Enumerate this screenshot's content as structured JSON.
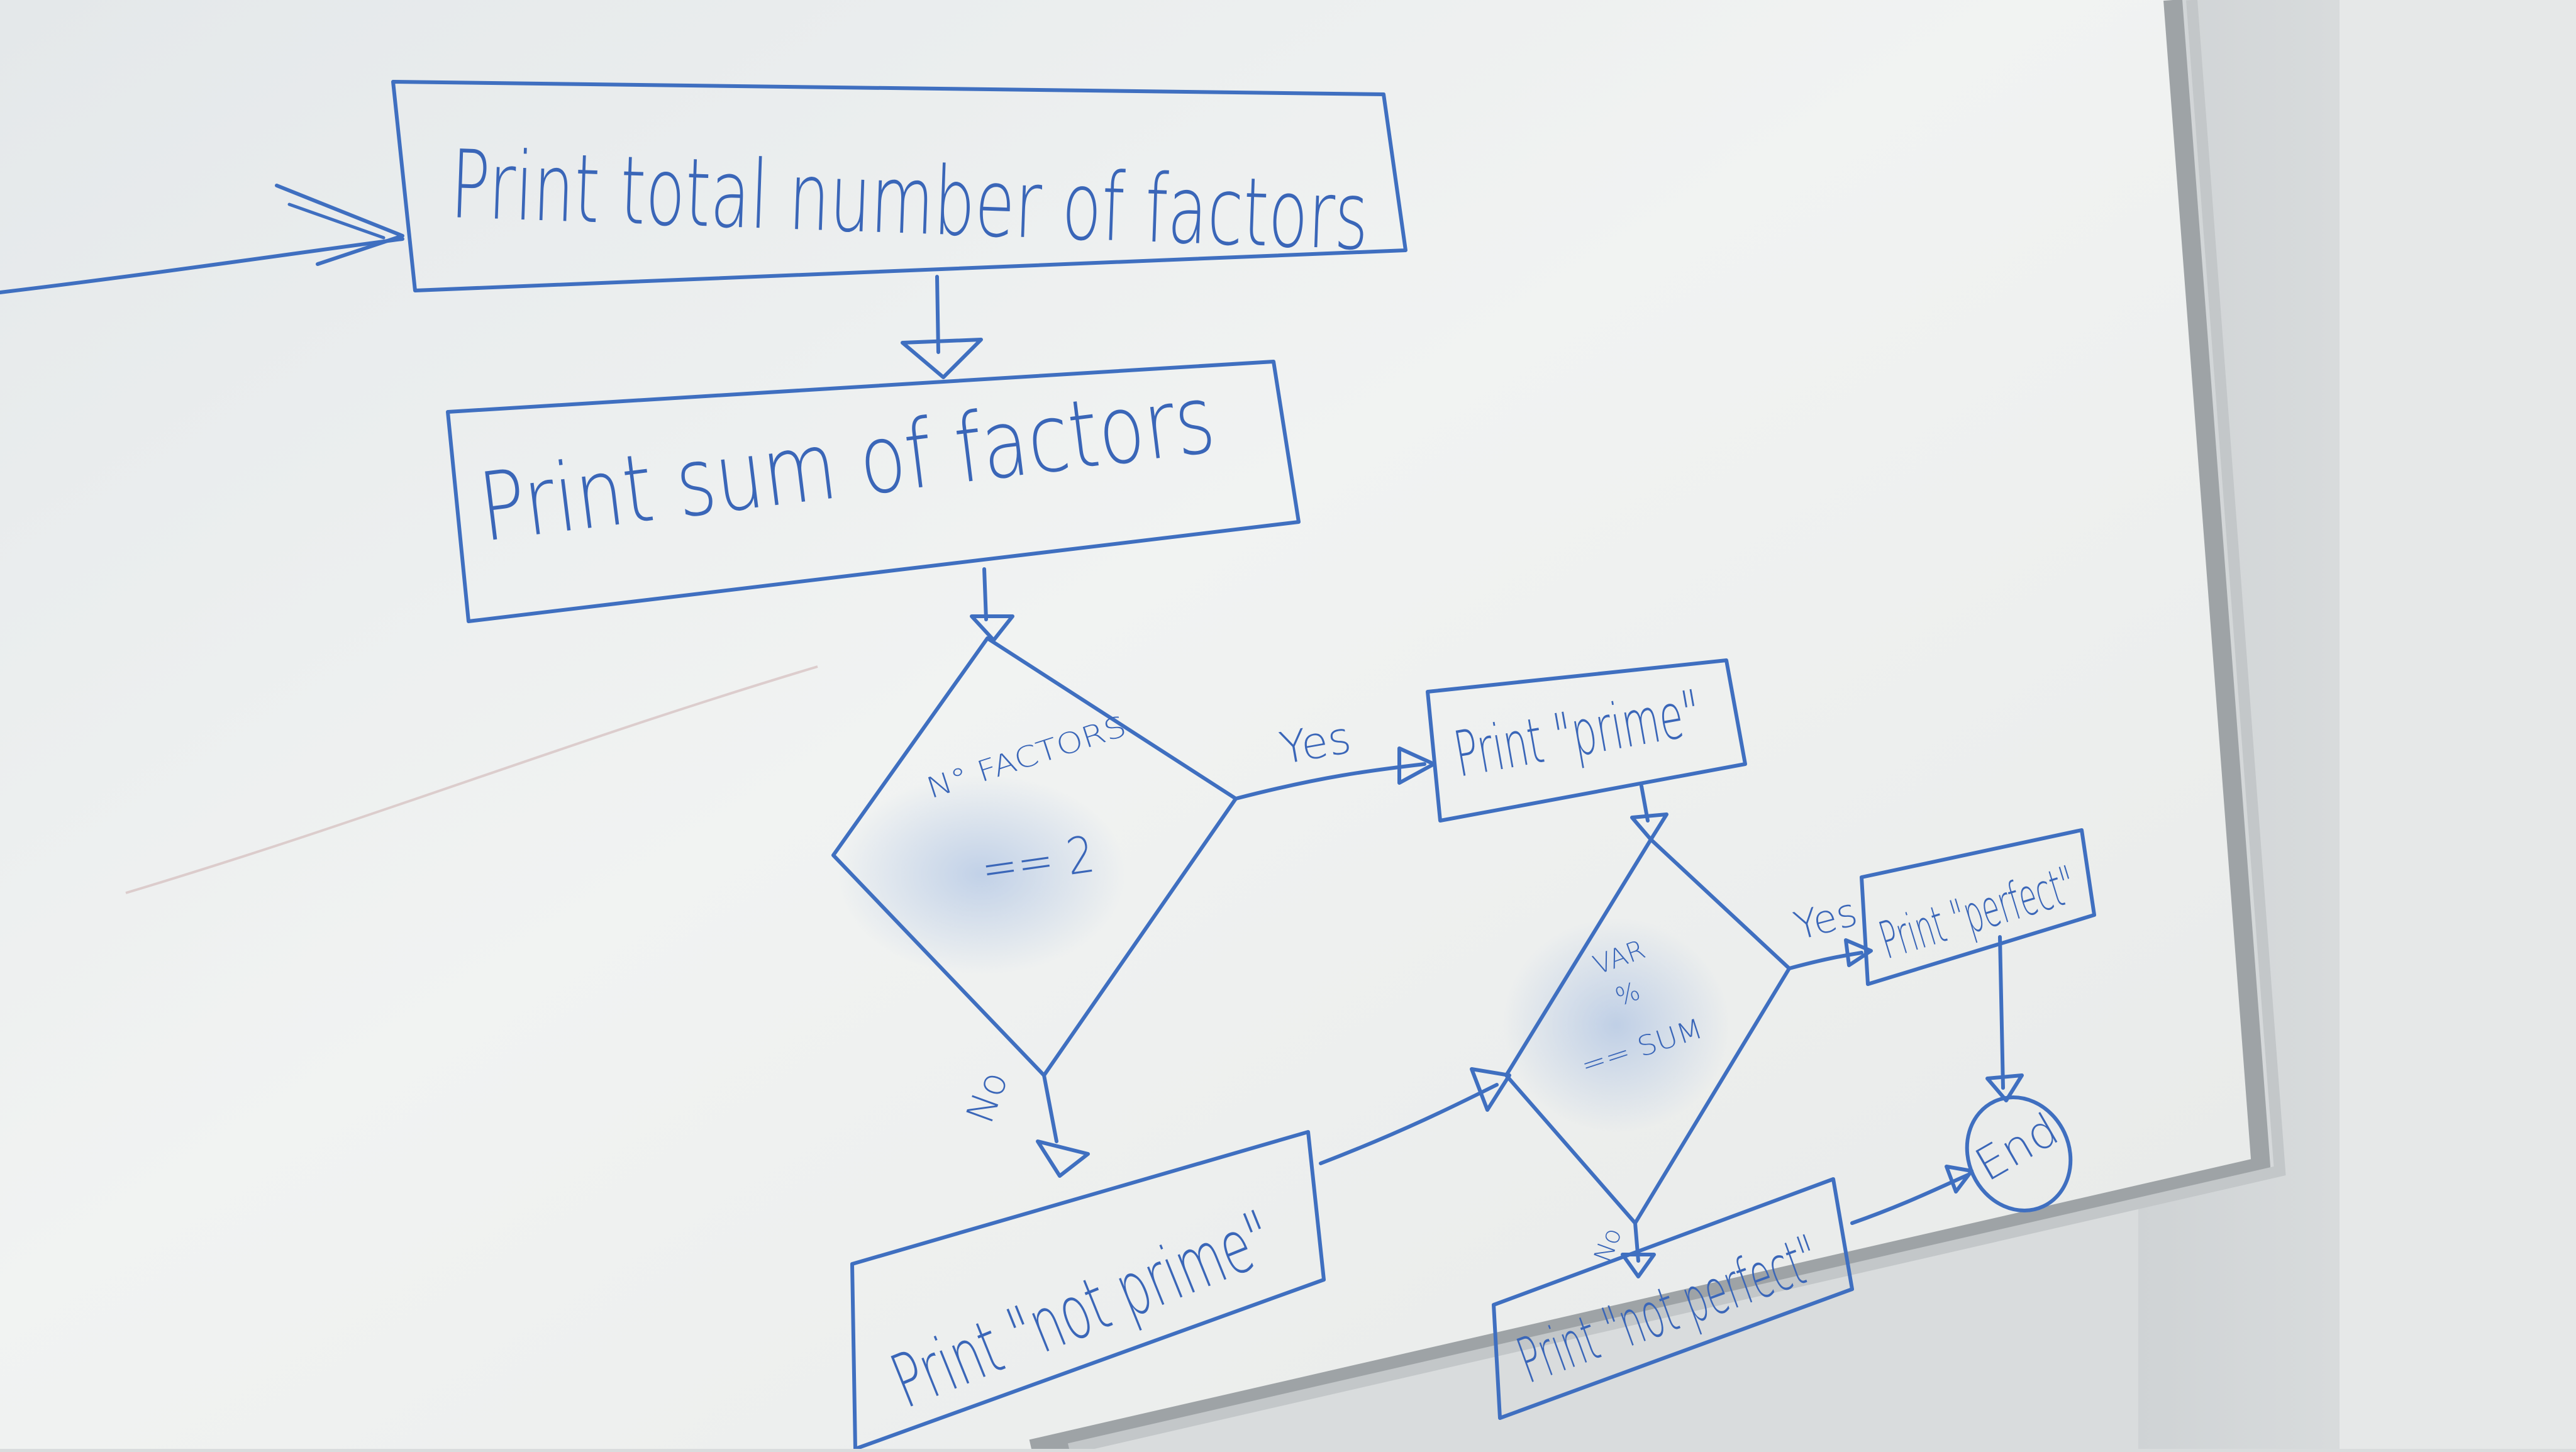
{
  "diagram": {
    "nodes": {
      "print_total_factors": "Print total number of factors",
      "print_sum_factors": "Print sum of factors",
      "decision_num_factors_line1": "N° FACTORS",
      "decision_num_factors_line2": "== 2",
      "print_prime": "Print \"prime\"",
      "print_not_prime": "Print \"not prime\"",
      "decision_sum_line1": "VAR",
      "decision_sum_line2": "%",
      "decision_sum_line3": "== SUM",
      "print_perfect": "Print \"perfect\"",
      "print_not_perfect": "Print \"not perfect\"",
      "end": "End"
    },
    "edge_labels": {
      "factors_yes": "Yes",
      "factors_no": "No",
      "sum_yes": "Yes",
      "sum_no": "No"
    }
  },
  "colors": {
    "ink": "#3f6fc0",
    "board": "#eef0ef",
    "frame": "#9ea3a6",
    "wall": "#d9dcdd"
  }
}
